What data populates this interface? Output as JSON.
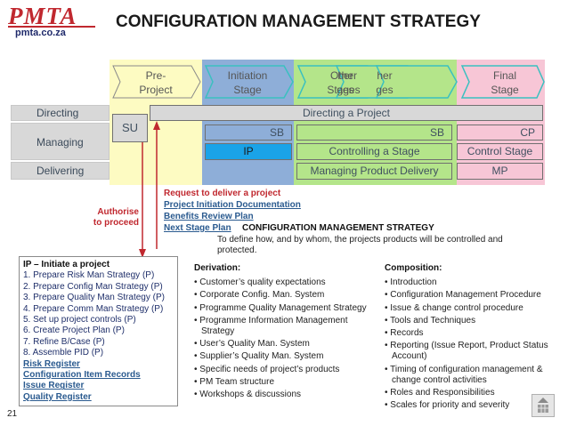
{
  "logo": {
    "brand": "PMTA",
    "url": "pmta.co.za"
  },
  "title": "CONFIGURATION MANAGEMENT STRATEGY",
  "diagram": {
    "stages": [
      {
        "label": "Pre-\nProject",
        "color": "#fdfbc2"
      },
      {
        "label": "Initiation\nStage",
        "color": "#8eaed8"
      },
      {
        "label": "Other\nStages",
        "overlap_a": "her\nges",
        "overlap_b": "her\nges",
        "color": "#b4e58a"
      },
      {
        "label": "Final\nStage",
        "color": "#f7c6d6"
      }
    ],
    "rows": {
      "directing": "Directing",
      "managing": "Managing",
      "delivering": "Delivering"
    },
    "boxes": {
      "directing_a_project": "Directing a Project",
      "su": "SU",
      "sb_init": "SB",
      "ip": "IP",
      "sb_other": "SB",
      "controlling_a_stage": "Controlling a Stage",
      "cp": "CP",
      "control_stage": "Control Stage",
      "managing_product_delivery": "Managing Product Delivery",
      "mp": "MP"
    }
  },
  "annotations": {
    "authorise": "Authorise\nto proceed",
    "request": "Request to deliver a project",
    "links": [
      "Project Initiation Documentation",
      "Benefits Review Plan",
      "Next Stage Plan"
    ]
  },
  "cms": {
    "heading": "CONFIGURATION MANAGEMENT STRATEGY",
    "description": "To define how, and by whom, the projects products will be controlled and protected."
  },
  "ip_panel": {
    "heading": "IP – Initiate a project",
    "items": [
      "1. Prepare Risk Man Strategy (P)",
      "2. Prepare Config Man Strategy (P)",
      "3. Prepare Quality Man Strategy (P)",
      "4. Prepare Comm Man Strategy (P)",
      "5. Set up project controls (P)",
      "6. Create Project Plan (P)",
      "7. Refine B/Case (P)",
      "8. Assemble PID (P)"
    ],
    "links": [
      "Risk Register",
      "Configuration Item Records",
      "Issue Register",
      "Quality Register"
    ]
  },
  "derivation": {
    "heading": "Derivation:",
    "items": [
      "Customer’s quality expectations",
      "Corporate Config. Man. System",
      "Programme Quality Management Strategy",
      "Programme Information Management Strategy",
      "User’s Quality Man. System",
      "Supplier’s Quality Man. System",
      "Specific needs of project’s products",
      "PM Team structure",
      "Workshops & discussions"
    ]
  },
  "composition": {
    "heading": "Composition:",
    "items": [
      "Introduction",
      "Configuration Management Procedure",
      "Issue & change control procedure",
      "Tools and Techniques",
      "Records",
      "Reporting (Issue Report, Product Status Account)",
      "Timing of configuration management & change control activities",
      "Roles and Responsibilities",
      "Scales for priority and severity"
    ]
  },
  "slide_number": "21"
}
